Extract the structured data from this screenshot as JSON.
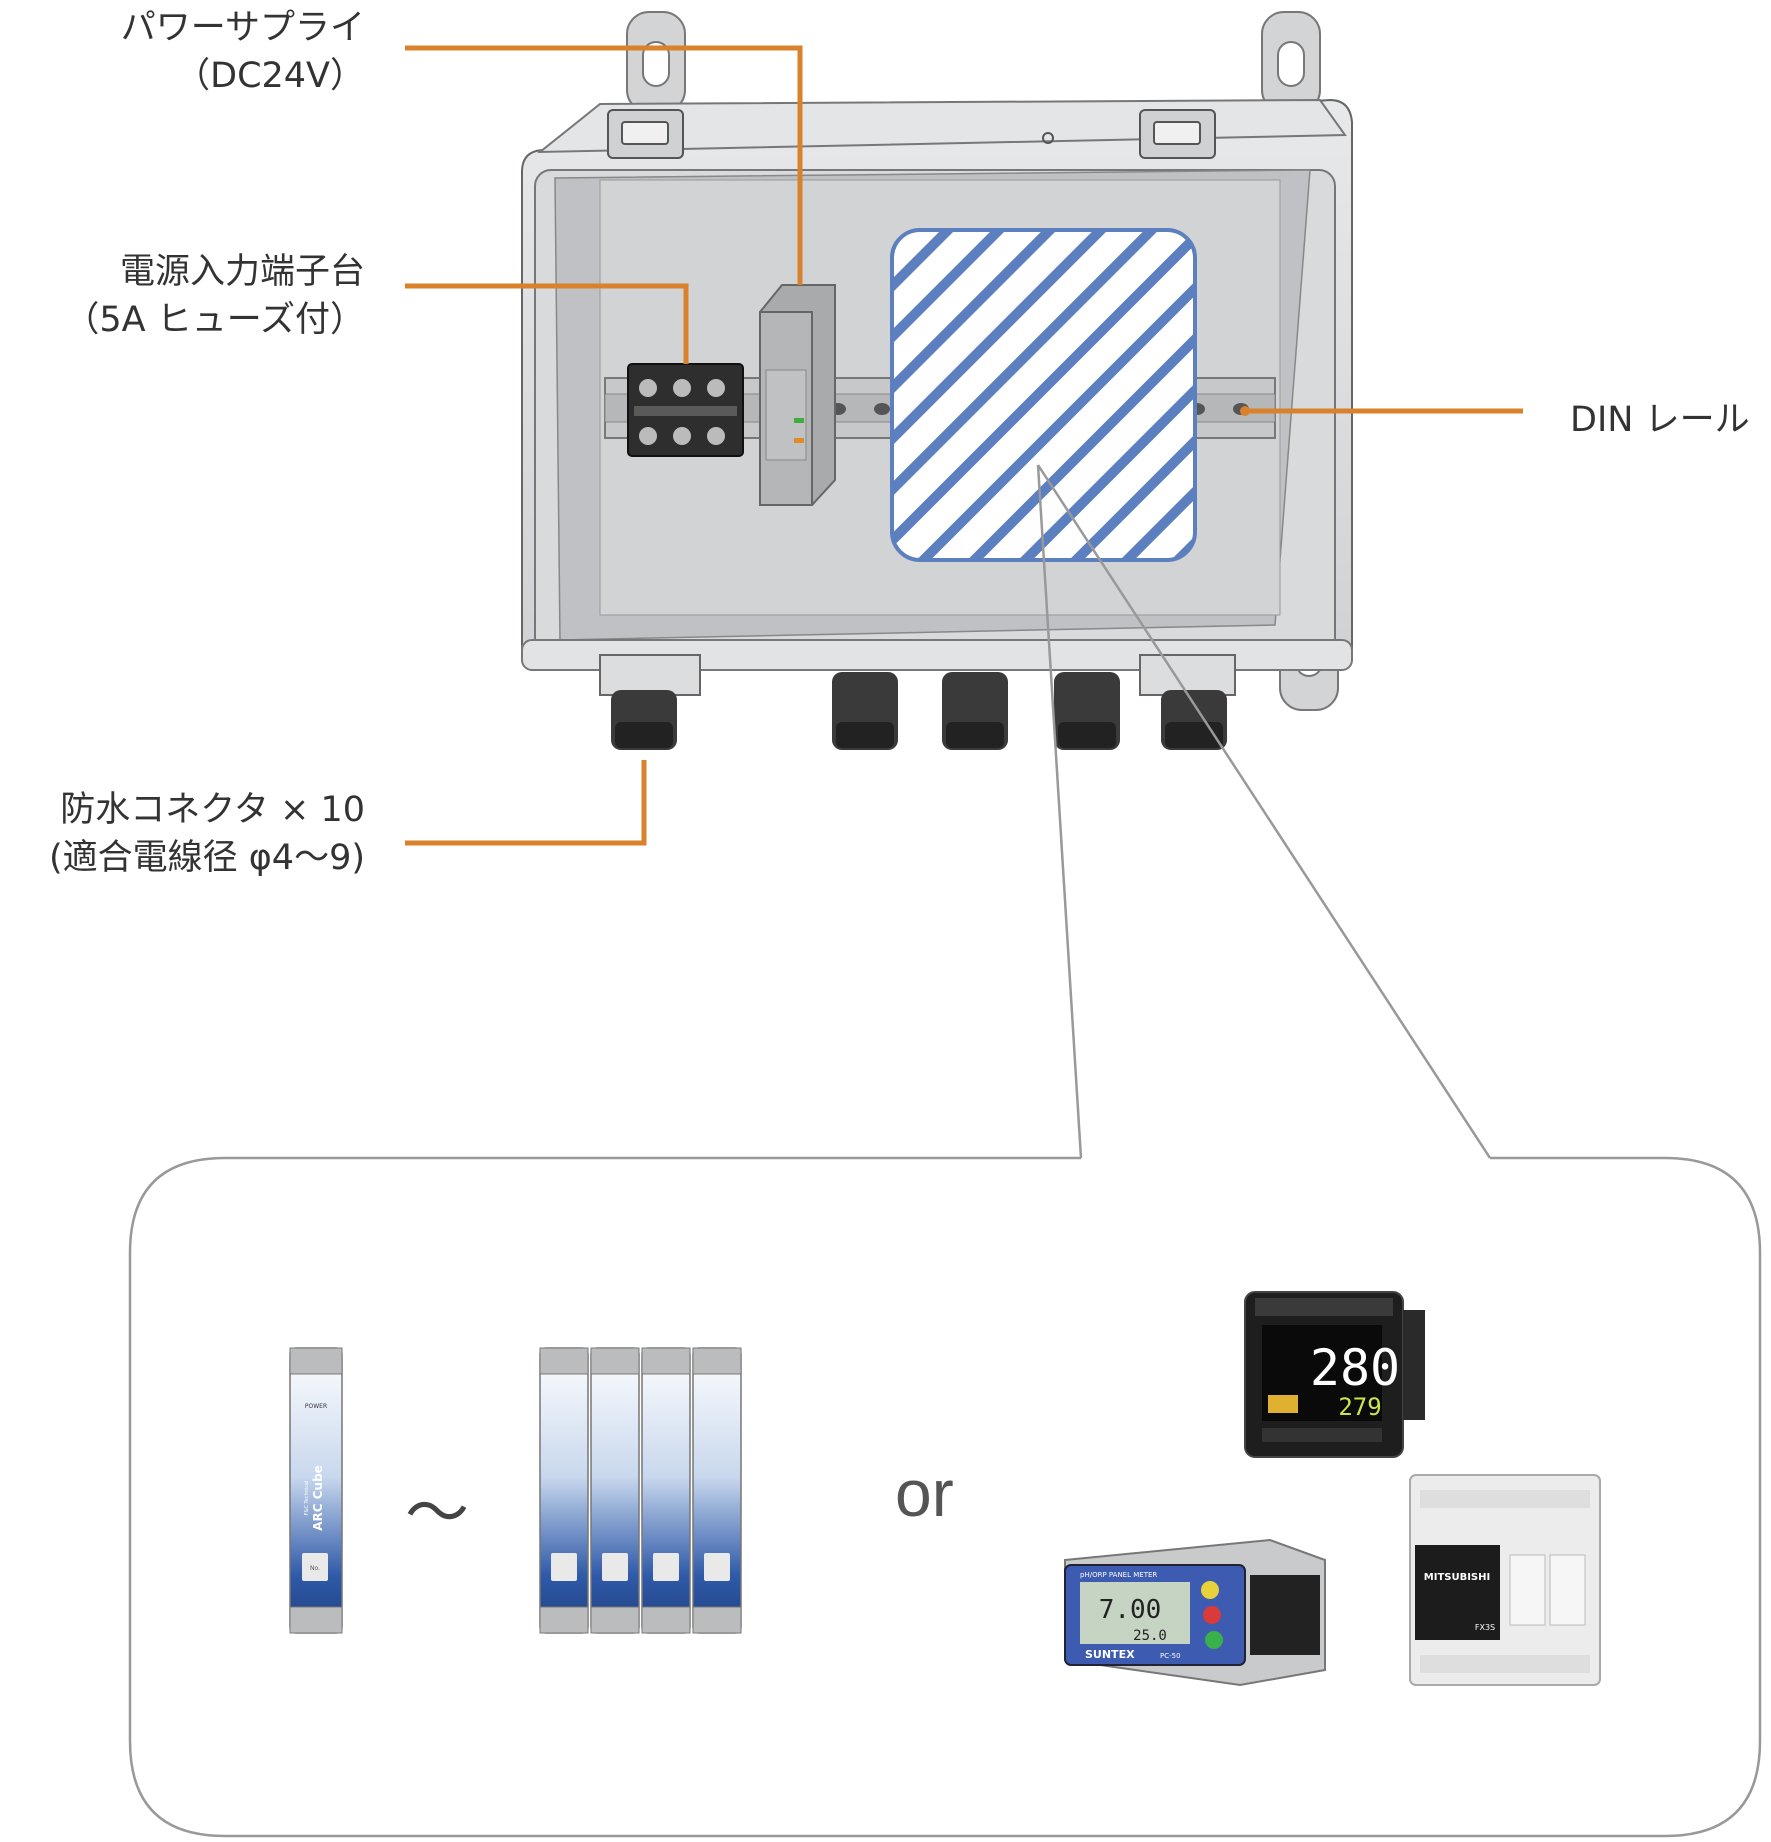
{
  "labels": {
    "power_supply": [
      "パワーサプライ",
      "（DC24V）"
    ],
    "terminal_block": [
      "電源入力端子台",
      "（5A ヒューズ付）"
    ],
    "din_rail": "DIN レール",
    "connector": [
      "防水コネクタ  × 10",
      "(適合電線径  φ4〜9)"
    ]
  },
  "callout": {
    "range_symbol": "〜",
    "or_text": "or"
  },
  "module_text": {
    "power": "POWER",
    "product": "ARC Cube",
    "maker": "F&C Technical",
    "no": "No."
  },
  "temp_controller": {
    "pv": "280",
    "sv": "279"
  },
  "panel_meter": {
    "title": "pH/ORP PANEL METER",
    "reading": "7.00",
    "sub_reading": "25.0",
    "brand": "SUNTEX",
    "model": "PC-50"
  },
  "plc": {
    "brand": "MITSUBISHI",
    "model": "FX3S"
  },
  "colors": {
    "leader": "#d9822b",
    "hatch": "#5b7fbf",
    "enclosure": "#d7d8da",
    "callout_border": "#999999"
  }
}
